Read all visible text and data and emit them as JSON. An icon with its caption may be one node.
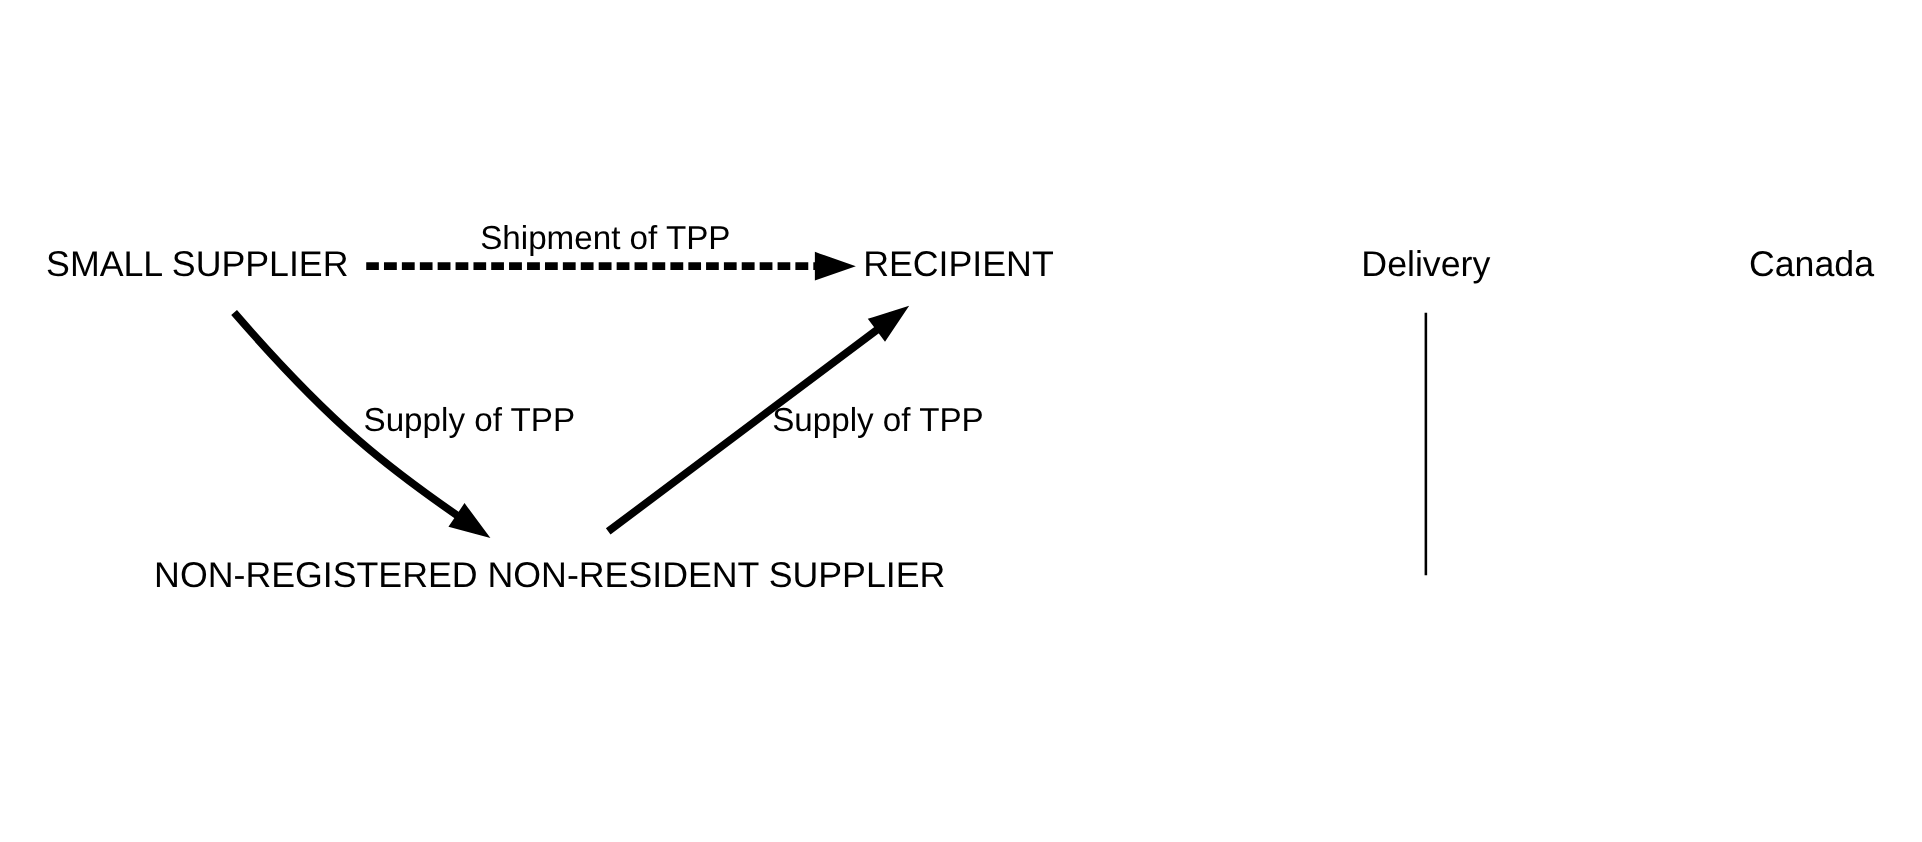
{
  "diagram": {
    "nodes": [
      {
        "text": [
          "SMALL SUPPLIER"
        ]
      },
      {
        "text": [
          "RECIPIENT"
        ]
      },
      {
        "text": [
          "NON-REGISTERED NON-RESIDENT SUPPLIER"
        ]
      },
      {
        "text": [
          "Delivery"
        ]
      }
    ],
    "edges": [
      {
        "from": 0,
        "to": 1,
        "arrow": "to",
        "label": "Shipment of TPP",
        "style": "dashed"
      },
      {
        "from": 0,
        "to": 2,
        "arrow": "to",
        "label": "Supply of TPP"
      },
      {
        "from": 2,
        "to": 1,
        "arrow": "to",
        "label": "Supply of TPP"
      },
      {
        "from": 3,
        "to": null,
        "arrow": "none"
      }
    ],
    "labels": [
      "Canada"
    ]
  }
}
